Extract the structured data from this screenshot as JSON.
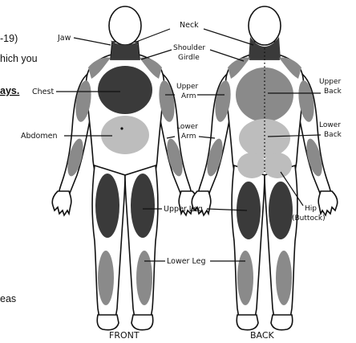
{
  "fragments": {
    "title_frag": "-19)",
    "line2": "hich you",
    "line3": "ays.",
    "line4": "eas"
  },
  "labels": {
    "neck": "Neck",
    "jaw": "Jaw",
    "shoulder_line1": "Shoulder",
    "shoulder_line2": "Girdle",
    "chest": "Chest",
    "upper_arm_line1": "Upper",
    "upper_arm_line2": "Arm",
    "upper_back_line1": "Upper",
    "upper_back_line2": "Back",
    "abdomen": "Abdomen",
    "lower_arm_line1": "Lower",
    "lower_arm_line2": "Arm",
    "lower_back_line1": "Lower",
    "lower_back_line2": "Back",
    "hip_line1": "Hip",
    "hip_line2": "(Buttock)",
    "upper_leg": "Upper Leg",
    "lower_leg": "Lower Leg",
    "front": "FRONT",
    "back": "BACK"
  },
  "colors": {
    "dark_region": "#3a3a3a",
    "mid_region": "#8a8a8a",
    "light_region": "#bdbdbd",
    "outline": "#111111"
  }
}
